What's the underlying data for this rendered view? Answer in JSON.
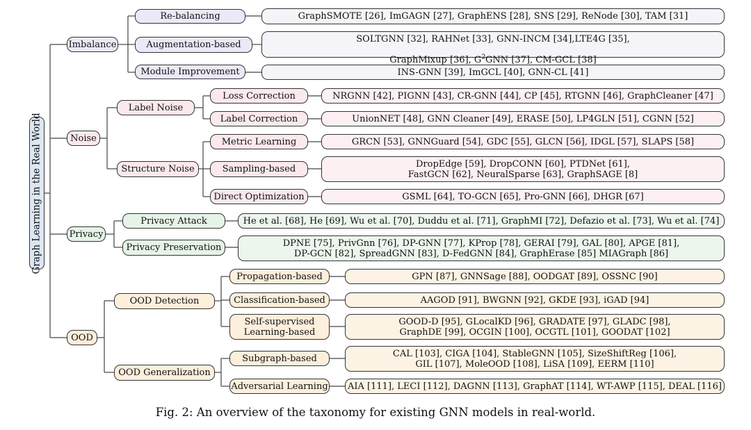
{
  "root": "Graph Learning in the Real World",
  "caption": "Fig. 2: An overview of the taxonomy for existing GNN models in real-world.",
  "colors": {
    "imbalance": "#ece8f8",
    "noise": "#fbe9ec",
    "privacy": "#e6f3e7",
    "ood": "#fcefdc",
    "root": "#dde6f3"
  },
  "categories": [
    {
      "label": "Imbalance",
      "subs": [
        {
          "label": "Re-balancing",
          "leaf": "GraphSMOTE [26], ImGAGN [27], GraphENS [28], SNS [29], ReNode [30], TAM [31]"
        },
        {
          "label": "Augmentation-based",
          "leaf_line1": "SOLTGNN [32], RAHNet [33], GNN-INCM [34],LTE4G [35],",
          "leaf_line2_pre": "GraphMixup [36], G",
          "leaf_line2_sup": "2",
          "leaf_line2_post": "GNN [37], CM-GCL [38]"
        },
        {
          "label": "Module Improvement",
          "leaf": "INS-GNN [39], ImGCL [40], GNN-CL [41]"
        }
      ]
    },
    {
      "label": "Noise",
      "subs": [
        {
          "label": "Label Noise",
          "subs": [
            {
              "label": "Loss Correction",
              "leaf": "NRGNN [42], PIGNN [43], CR-GNN [44], CP [45], RTGNN [46], GraphCleaner [47]"
            },
            {
              "label": "Label Correction",
              "leaf": "UnionNET [48], GNN Cleaner [49], ERASE [50], LP4GLN [51], CGNN [52]"
            }
          ]
        },
        {
          "label": "Structure Noise",
          "subs": [
            {
              "label": "Metric Learning",
              "leaf": "GRCN [53], GNNGuard [54], GDC [55], GLCN [56], IDGL [57], SLAPS [58]"
            },
            {
              "label": "Sampling-based",
              "leaf": "DropEdge [59], DropCONN [60], PTDNet [61],\nFastGCN [62], NeuralSparse [63], GraphSAGE [8]"
            },
            {
              "label": "Direct Optimization",
              "leaf": "GSML [64], TO-GCN [65], Pro-GNN [66], DHGR [67]"
            }
          ]
        }
      ]
    },
    {
      "label": "Privacy",
      "subs": [
        {
          "label": "Privacy Attack",
          "leaf": "He et al. [68], He [69], Wu et al. [70], Duddu et al. [71], GraphMI [72], Defazio et al. [73], Wu et al. [74]"
        },
        {
          "label": "Privacy Preservation",
          "leaf": "DPNE [75], PrivGnn [76], DP-GNN [77], KProp [78], GERAI [79], GAL [80], APGE [81],\nDP-GCN [82], SpreadGNN [83], D-FedGNN [84], GraphErase [85] MIAGraph [86]"
        }
      ]
    },
    {
      "label": "OOD",
      "subs": [
        {
          "label": "OOD Detection",
          "subs": [
            {
              "label": "Propagation-based",
              "leaf": "GPN [87], GNNSage [88], OODGAT [89], OSSNC [90]"
            },
            {
              "label": "Classification-based",
              "leaf": "AAGOD [91], BWGNN [92], GKDE [93], iGAD [94]"
            },
            {
              "label": "Self-supervised\nLearning-based",
              "leaf": "GOOD-D [95], GLocalKD [96], GRADATE [97], GLADC [98],\nGraphDE [99], OCGIN [100], OCGTL [101], GOODAT [102]"
            }
          ]
        },
        {
          "label": "OOD Generalization",
          "subs": [
            {
              "label": "Subgraph-based",
              "leaf": "CAL [103], CIGA [104], StableGNN [105], SizeShiftReg [106],\nGIL [107], MoleOOD [108], LiSA [109], EERM [110]"
            },
            {
              "label": "Adversarial Learning",
              "leaf": "AIA [111], LECI [112], DAGNN [113], GraphAT [114], WT-AWP [115], DEAL [116]"
            }
          ]
        }
      ]
    }
  ]
}
